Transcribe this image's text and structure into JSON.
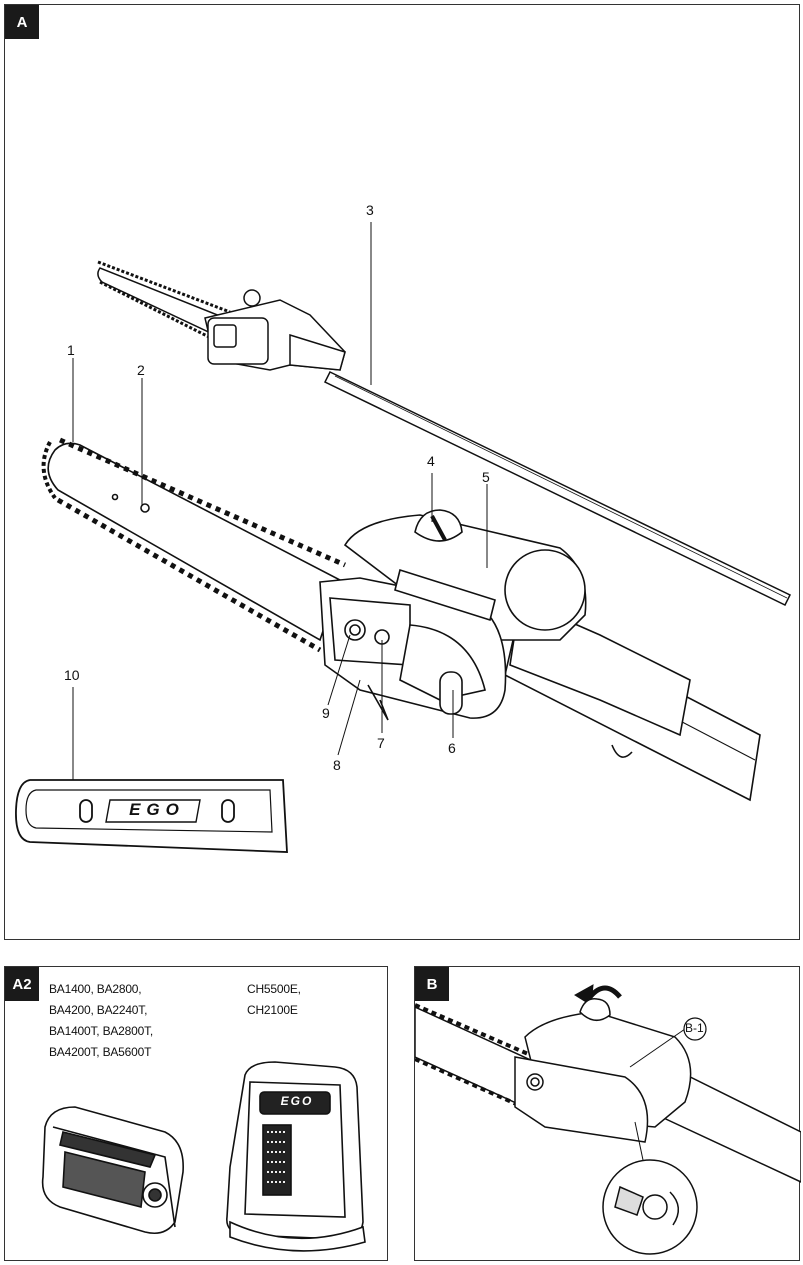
{
  "panels": {
    "a": {
      "tag": "A"
    },
    "a2": {
      "tag": "A2",
      "battery_models": [
        "BA1400, BA2800,",
        "BA4200, BA2240T,",
        "BA1400T, BA2800T,",
        "BA4200T, BA5600T"
      ],
      "charger_models": [
        "CH5500E,",
        "CH2100E"
      ]
    },
    "b": {
      "tag": "B",
      "callout": "B-1"
    }
  },
  "callouts": [
    "1",
    "2",
    "3",
    "4",
    "5",
    "6",
    "7",
    "8",
    "9",
    "10"
  ],
  "scabbard_logo": "EGO",
  "charger_logo": "EGO"
}
